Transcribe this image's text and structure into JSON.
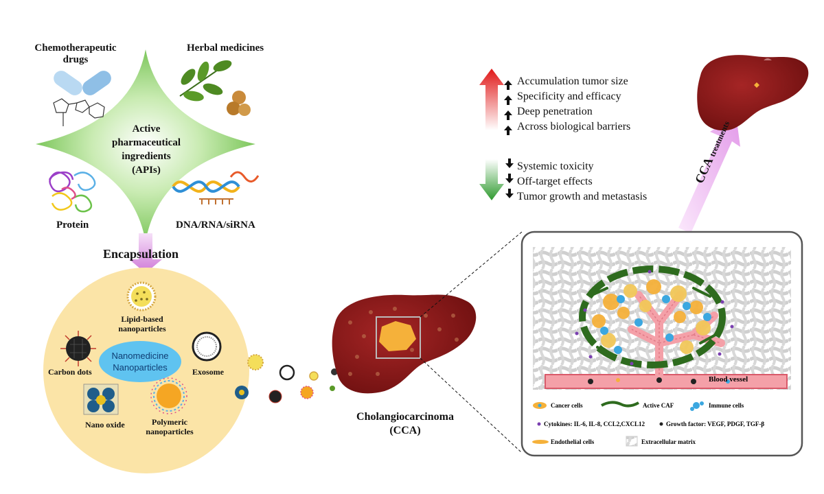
{
  "apis": {
    "chemo": "Chemotherapeutic\ndrugs",
    "herbal": "Herbal medicines",
    "center": "Active\npharmaceutical\ningredients\n(APIs)",
    "protein": "Protein",
    "nucleic": "DNA/RNA/siRNA"
  },
  "encapsulation": "Encapsulation",
  "nano": {
    "center": "Nanomedicine\nNanoparticles",
    "lipid": "Lipid-based\nnanoparticles",
    "carbon": "Carbon dots",
    "exosome": "Exosome",
    "oxide": "Nano oxide",
    "polymeric": "Polymeric\nnanoparticles"
  },
  "cca": "Cholangiocarcinoma\n(CCA)",
  "increase": [
    "Accumulation tumor size",
    "Specificity and efficacy",
    "Deep penetration",
    "Across biological barriers"
  ],
  "decrease": [
    "Systemic toxicity",
    "Off-target effects",
    "Tumor growth and metastasis"
  ],
  "treatment": {
    "cca": "CCA",
    "word": "treatments"
  },
  "tme": {
    "blood_vessel": "Blood vessel",
    "legend": {
      "cancer": "Cancer cells",
      "caf": "Active CAF",
      "immune": "Immune cells",
      "cytokines": "Cytokines: IL-6, IL-8, CCL2,CXCL12",
      "growth": "Growth factor: VEGF, PDGF, TGF-β",
      "endothelial": "Endothelial cells",
      "ecm": "Extracellular matrix"
    }
  },
  "colors": {
    "star": "#7ec85b",
    "pink_arrow": "#d894e0",
    "nano_circle": "#fbe4a7",
    "nano_center": "#5fc3f0",
    "liver": "#8b1a1a",
    "red_up": "#e02020",
    "green_down": "#3a9a3a"
  }
}
